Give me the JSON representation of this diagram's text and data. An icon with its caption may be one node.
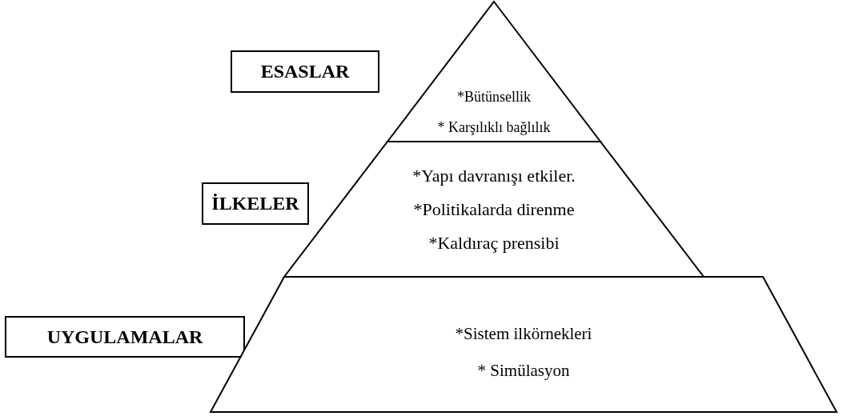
{
  "diagram": {
    "nodes": [
      {
        "text": [
          "ESASLAR"
        ]
      },
      {
        "text": [
          "*Bütünsellik",
          "* Karşılıklı bağlılık"
        ]
      },
      {
        "text": [
          "İLKELER"
        ]
      },
      {
        "text": [
          "*Yapı davranışı etkiler.",
          "*Politikalarda direnme",
          "*Kaldıraç prensibi"
        ]
      },
      {
        "text": [
          "UYGULAMALAR"
        ]
      },
      {
        "text": [
          "*Sistem ilkörnekleri",
          "* Simülasyon"
        ]
      }
    ]
  }
}
